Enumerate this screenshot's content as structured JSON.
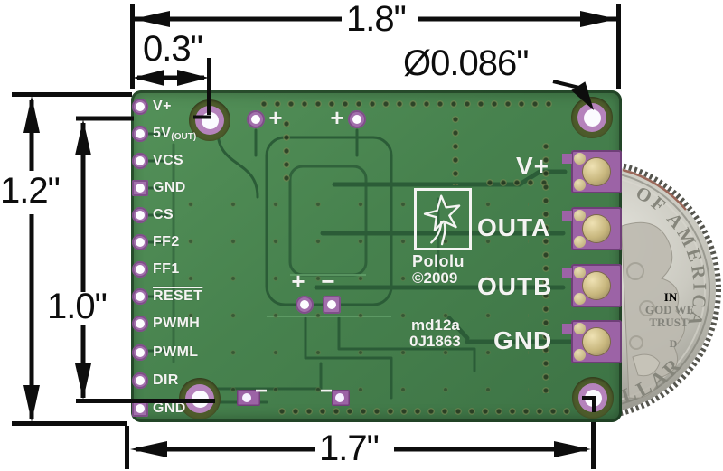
{
  "annotations": {
    "total_width": "1.8\"",
    "mount_hole_offset": "0.3\"",
    "mount_hole_diameter": "Ø0.086\"",
    "total_height": "1.2\"",
    "pin_header_span": "1.0\"",
    "mount_hole_span": "1.7\""
  },
  "pcb": {
    "left_pins": [
      {
        "label": "V+"
      },
      {
        "label": "5V",
        "sub": "(OUT)"
      },
      {
        "label": "VCS"
      },
      {
        "label": "GND"
      },
      {
        "label": "CS"
      },
      {
        "label": "FF2"
      },
      {
        "label": "FF1"
      },
      {
        "label": "RESET"
      },
      {
        "label": "PWMH"
      },
      {
        "label": "PWML"
      },
      {
        "label": "DIR"
      },
      {
        "label": "GND"
      }
    ],
    "power_pads": [
      "V+",
      "OUTA",
      "OUTB",
      "GND"
    ],
    "silkscreen": {
      "brand": "Pololu",
      "copyright": "©2009",
      "model": "md12a",
      "serial": "0J1863",
      "plus_mark": "+",
      "minus_mark": "−"
    }
  },
  "coin": {
    "upper_arc_text": "OF AMERICA",
    "motto": [
      "IN",
      "GOD WE",
      "TRUST"
    ],
    "mint_mark": "D",
    "lower_arc_text": "LLAR"
  },
  "colors": {
    "pcb_green": "#47824e",
    "trace_dark": "#2b5c37",
    "pad_purple": "#a26fac",
    "silkscreen_white": "#f4f4f2",
    "annotation_black": "#0d0d0d",
    "coin_silver": "#c6c5bc"
  }
}
